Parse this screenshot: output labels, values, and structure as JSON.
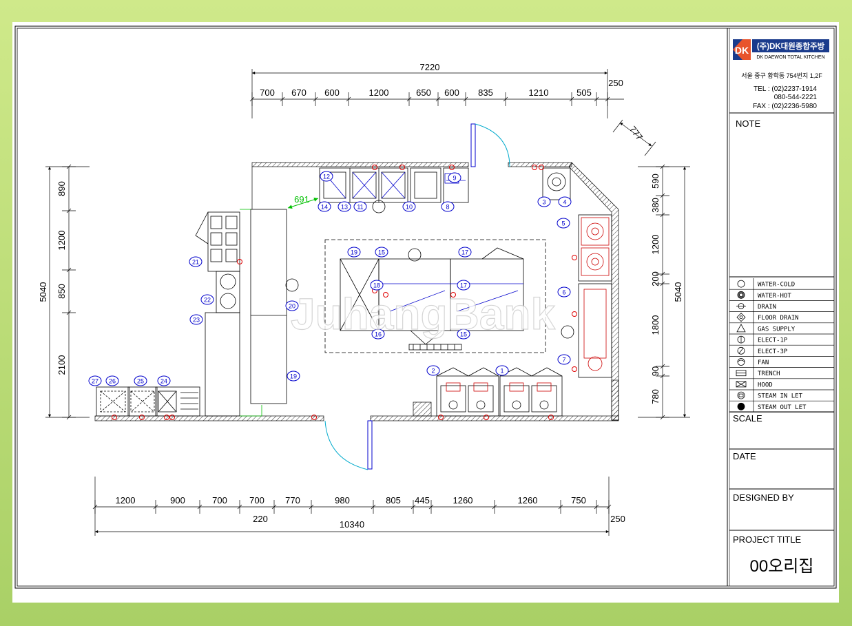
{
  "company": {
    "logo_text": "DK",
    "name_ko": "(주)DK대원종합주방",
    "name_en": "DK DAEWON TOTAL KITCHEN",
    "address": "서울 중구 황학동 754번지 1,2F",
    "tel": "TEL : (02)2237-1914",
    "tel2": "080-544-2221",
    "fax": "FAX : (02)2236-5980"
  },
  "title_block": {
    "note": "NOTE",
    "scale": "SCALE",
    "date": "DATE",
    "designed_by": "DESIGNED BY",
    "project_title": "PROJECT TITLE",
    "project_name": "00오리집"
  },
  "legend": [
    {
      "icon": "water-cold-icon",
      "label": "WATER-COLD"
    },
    {
      "icon": "water-hot-icon",
      "label": "WATER-HOT"
    },
    {
      "icon": "drain-icon",
      "label": "DRAIN"
    },
    {
      "icon": "floor-drain-icon",
      "label": "FLOOR DRAIN"
    },
    {
      "icon": "gas-supply-icon",
      "label": "GAS SUPPLY"
    },
    {
      "icon": "elect-1p-icon",
      "label": "ELECT-1P"
    },
    {
      "icon": "elect-3p-icon",
      "label": "ELECT-3P"
    },
    {
      "icon": "fan-icon",
      "label": "FAN"
    },
    {
      "icon": "trench-icon",
      "label": "TRENCH"
    },
    {
      "icon": "hood-icon",
      "label": "HOOD"
    },
    {
      "icon": "steam-inlet-icon",
      "label": "STEAM IN LET"
    },
    {
      "icon": "steam-outlet-icon",
      "label": "STEAM OUT LET"
    }
  ],
  "dimensions": {
    "top_total": "7220",
    "top_segments": [
      "700",
      "670",
      "600",
      "1200",
      "650",
      "600",
      "835",
      "1210",
      "505"
    ],
    "top_right": "250",
    "diagonal": "777",
    "bottom_total": "10340",
    "bottom_segments": [
      "1200",
      "900",
      "700",
      "700",
      "770",
      "980",
      "805",
      "445",
      "1260",
      "1260",
      "750"
    ],
    "bottom_220": "220",
    "bottom_right": "250",
    "left_total": "5040",
    "left_segments": [
      "890",
      "1200",
      "850",
      "2100"
    ],
    "right_total": "5040",
    "right_segments": [
      "590",
      "380",
      "1200",
      "200",
      "1800",
      "90",
      "780"
    ],
    "interior": "691"
  },
  "equipment_numbers": [
    "1",
    "2",
    "3",
    "4",
    "5",
    "6",
    "7",
    "8",
    "9",
    "10",
    "11",
    "12",
    "13",
    "14",
    "15",
    "15",
    "16",
    "17",
    "17",
    "18",
    "19",
    "19",
    "20",
    "21",
    "22",
    "23",
    "24",
    "25",
    "26",
    "27"
  ],
  "watermark": "JuhangBank"
}
